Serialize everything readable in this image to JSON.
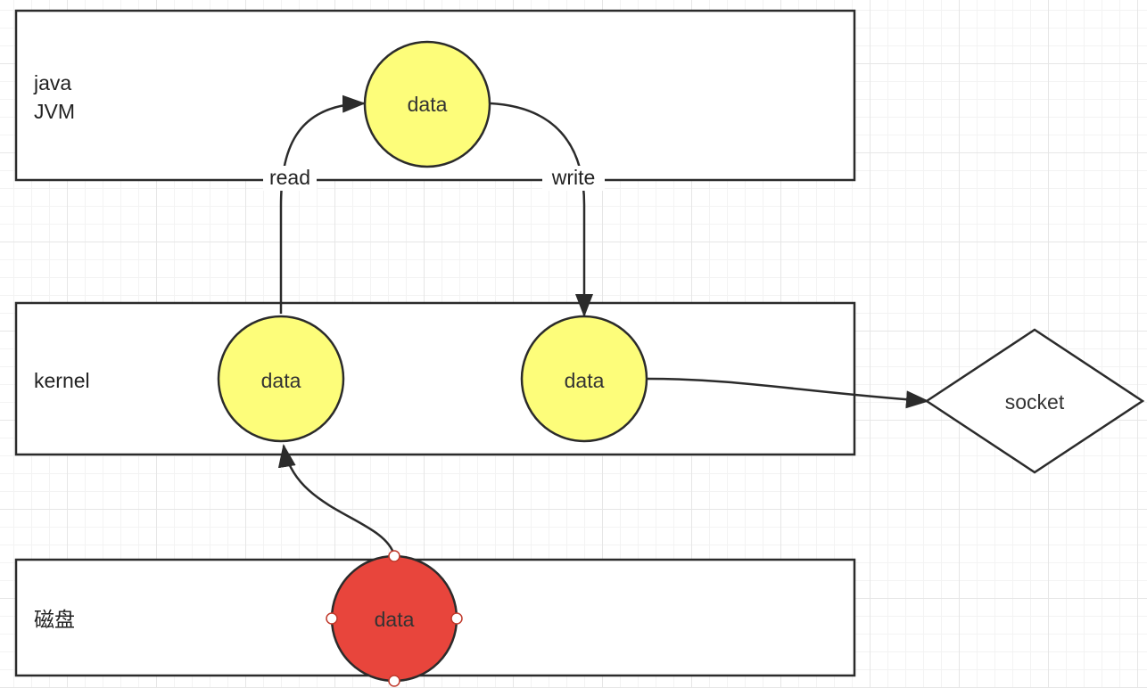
{
  "colors": {
    "stroke": "#2b2b2b",
    "data_node_fill": "#fdfd7a",
    "disk_node_fill": "#e8453c",
    "handle_fill": "#ffffff",
    "handle_stroke": "#c0392b",
    "socket_fill": "#ffffff"
  },
  "lanes": {
    "jvm": {
      "line1": "java",
      "line2": "JVM"
    },
    "kernel": {
      "label": "kernel"
    },
    "disk": {
      "label": "磁盘"
    }
  },
  "nodes": {
    "jvm_data": {
      "label": "data"
    },
    "kernel_read_data": {
      "label": "data"
    },
    "kernel_write_data": {
      "label": "data"
    },
    "disk_data": {
      "label": "data"
    },
    "socket": {
      "label": "socket"
    }
  },
  "edges": {
    "read": {
      "label": "read"
    },
    "write": {
      "label": "write"
    }
  }
}
